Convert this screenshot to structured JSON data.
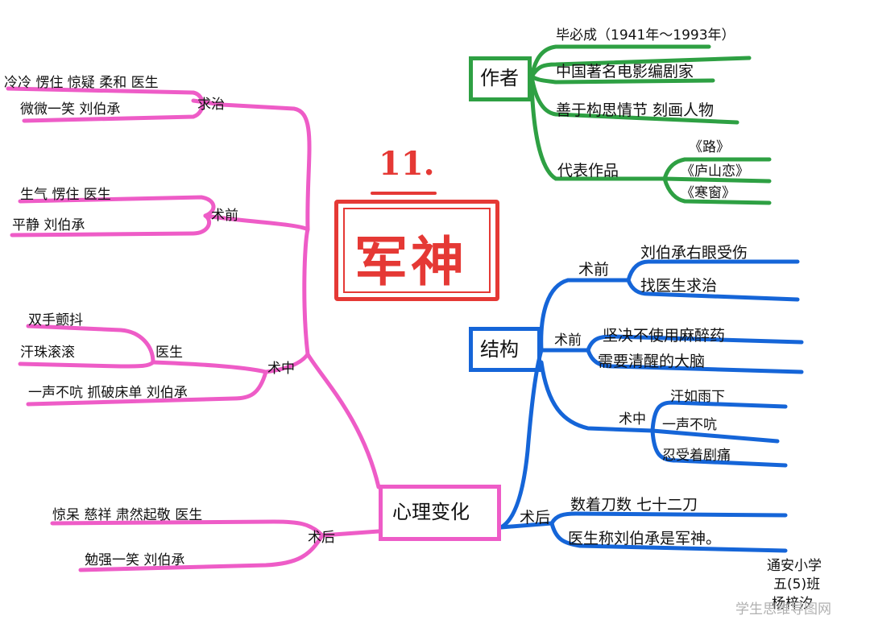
{
  "title": {
    "number": "11.",
    "name": "军神"
  },
  "author": {
    "label": "作者",
    "name": "毕必成（1941年～1993年）",
    "fact_1": "中国著名电影编剧家",
    "fact_2": "善于构思情节 刻画人物",
    "works_label": "代表作品",
    "works": [
      "《路》",
      "《庐山恋》",
      "《寒窗》"
    ]
  },
  "structure": {
    "label": "结构",
    "before_treatment": {
      "label": "术前",
      "items": [
        "刘伯承右眼受伤",
        "找医生求治"
      ]
    },
    "pre_op": {
      "label": "术前",
      "items": [
        "坚决不使用麻醉药",
        "需要清醒的大脑"
      ]
    },
    "during": {
      "label": "术中",
      "items": [
        "汗如雨下",
        "一声不吭",
        "忍受着剧痛"
      ]
    },
    "after": {
      "label": "术后",
      "items": [
        "数着刀数 七十二刀",
        "医生称刘伯承是军神。"
      ]
    }
  },
  "psychology": {
    "label": "心理变化",
    "treatment": {
      "label": "求治",
      "items": [
        "冷冷 愣住 惊疑 柔和 医生",
        "微微一笑 刘伯承"
      ]
    },
    "pre_op": {
      "label": "术前",
      "items": [
        "生气 愣住 医生",
        "平静 刘伯承"
      ]
    },
    "during": {
      "label": "术中",
      "doctor_label": "医生",
      "items": [
        "双手颤抖",
        "汗珠滚滚",
        "一声不吭 抓破床单 刘伯承"
      ]
    },
    "after": {
      "label": "术后",
      "items": [
        "惊呆 慈祥 肃然起敬 医生",
        "勉强一笑 刘伯承"
      ]
    }
  },
  "signature": {
    "school": "通安小学",
    "class": "五(5)班",
    "name": "杨梓汐"
  },
  "watermark": "学生思维导图网",
  "colors": {
    "pink": "#ee5cc7",
    "green": "#2ea043",
    "blue": "#1565d8",
    "red": "#e53935"
  }
}
